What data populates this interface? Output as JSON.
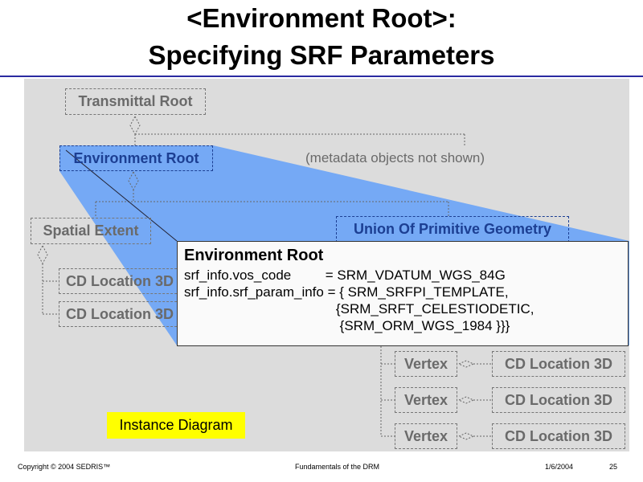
{
  "title": {
    "line1": "<Environment Root>:",
    "line2": "Specifying SRF Parameters"
  },
  "diagram": {
    "transmittal_root": "Transmittal Root",
    "environment_root": "Environment Root",
    "metadata_note": "(metadata objects not shown)",
    "spatial_extent": "Spatial Extent",
    "union_geometry": "Union Of Primitive Geometry",
    "cd_location_left": [
      "CD Location 3D",
      "CD Location 3D"
    ],
    "vertices": [
      "Vertex",
      "Vertex",
      "Vertex"
    ],
    "cd_location_right": [
      "CD Location 3D",
      "CD Location 3D",
      "CD Location 3D"
    ],
    "label": "Instance Diagram"
  },
  "popup": {
    "heading": "Environment Root",
    "rows": [
      "srf_info.vos_code         = SRM_VDATUM_WGS_84G",
      "srf_info.srf_param_info = { SRM_SRFPI_TEMPLATE,",
      "                                        {SRM_SRFT_CELESTIODETIC,",
      "                                         {SRM_ORM_WGS_1984 }}}"
    ]
  },
  "footer": {
    "copyright": "Copyright © 2004 SEDRIS™",
    "course": "Fundamentals of the DRM",
    "date": "1/6/2004",
    "page": "25"
  },
  "colors": {
    "highlight": "#6fa5f5",
    "rule": "#2a2aa0",
    "label_bg": "#ffff00"
  }
}
